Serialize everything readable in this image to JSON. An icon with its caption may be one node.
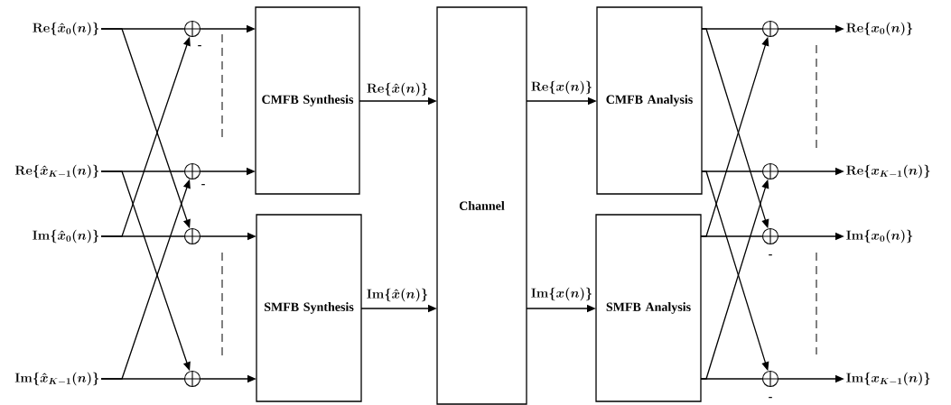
{
  "diagram": {
    "nodes": [
      {
        "text": [
          "\\mathbf{Re}\\{\\hat{x}_{0}(n)\\}"
        ]
      },
      {
        "text": [
          "\\mathbf{Re}\\{\\hat{x}_{K-1}(n)\\}"
        ]
      },
      {
        "text": [
          "\\mathbf{Im}\\{\\hat{x}_{0}(n)\\}"
        ]
      },
      {
        "text": [
          "\\mathbf{Im}\\{\\hat{x}_{K-1}(n)\\}"
        ]
      },
      {
        "text": [],
        "shape": "circle",
        "beside": [
          "-"
        ]
      },
      {
        "text": [],
        "shape": "circle",
        "beside": [
          "-"
        ]
      },
      {
        "text": [],
        "shape": "circle"
      },
      {
        "text": [],
        "shape": "circle"
      },
      {
        "text": [
          "CMFB Synthesis"
        ]
      },
      {
        "text": [
          "SMFB Synthesis"
        ]
      },
      {
        "text": [
          "Channel"
        ]
      },
      {
        "text": [
          "CMFB Analysis"
        ]
      },
      {
        "text": [
          "SMFB Analysis"
        ]
      },
      {
        "text": [],
        "shape": "circle"
      },
      {
        "text": [],
        "shape": "circle"
      },
      {
        "text": [],
        "shape": "circle",
        "beside": [
          "-"
        ]
      },
      {
        "text": [],
        "shape": "circle",
        "beside": [
          "-"
        ]
      },
      {
        "text": [
          "\\mathbf{Re}\\{x_{0}(n)\\}"
        ]
      },
      {
        "text": [
          "\\mathbf{Re}\\{x_{K-1}(n)\\}"
        ]
      },
      {
        "text": [
          "\\mathbf{Im}\\{x_{0}(n)\\}"
        ]
      },
      {
        "text": [
          "\\mathbf{Im}\\{x_{K-1}(n)\\}"
        ]
      }
    ],
    "edges": [
      {
        "from": 0,
        "to": 4,
        "arrow": "none"
      },
      {
        "from": 0,
        "to": 6,
        "arrow": "to"
      },
      {
        "from": 1,
        "to": 5,
        "arrow": "none"
      },
      {
        "from": 1,
        "to": 7,
        "arrow": "to"
      },
      {
        "from": 2,
        "to": 6,
        "arrow": "none"
      },
      {
        "from": 2,
        "to": 4,
        "arrow": "to"
      },
      {
        "from": 3,
        "to": 7,
        "arrow": "none"
      },
      {
        "from": 3,
        "to": 5,
        "arrow": "to"
      },
      {
        "from": 4,
        "to": 8,
        "arrow": "to"
      },
      {
        "from": 5,
        "to": 8,
        "arrow": "to"
      },
      {
        "from": 6,
        "to": 9,
        "arrow": "to"
      },
      {
        "from": 7,
        "to": 9,
        "arrow": "to"
      },
      {
        "from": 8,
        "to": 10,
        "arrow": "to",
        "label": "\\mathbf{Re}\\{\\hat{x}(n)\\}"
      },
      {
        "from": 9,
        "to": 10,
        "arrow": "to",
        "label": "\\mathbf{Im}\\{\\hat{x}(n)\\}"
      },
      {
        "from": 10,
        "to": 11,
        "arrow": "to",
        "label": "\\mathbf{Re}\\{x(n)\\}"
      },
      {
        "from": 10,
        "to": 12,
        "arrow": "to",
        "label": "\\mathbf{Im}\\{x(n)\\}"
      },
      {
        "from": 11,
        "to": 13,
        "arrow": "none"
      },
      {
        "from": 11,
        "to": 15,
        "arrow": "to"
      },
      {
        "from": 11,
        "to": 14,
        "arrow": "none"
      },
      {
        "from": 11,
        "to": 16,
        "arrow": "to"
      },
      {
        "from": 12,
        "to": 15,
        "arrow": "none"
      },
      {
        "from": 12,
        "to": 13,
        "arrow": "to"
      },
      {
        "from": 12,
        "to": 16,
        "arrow": "none"
      },
      {
        "from": 12,
        "to": 14,
        "arrow": "to"
      },
      {
        "from": 13,
        "to": 17,
        "arrow": "to"
      },
      {
        "from": 14,
        "to": 18,
        "arrow": "to"
      },
      {
        "from": 15,
        "to": 19,
        "arrow": "to"
      },
      {
        "from": 16,
        "to": 20,
        "arrow": "to"
      }
    ]
  }
}
